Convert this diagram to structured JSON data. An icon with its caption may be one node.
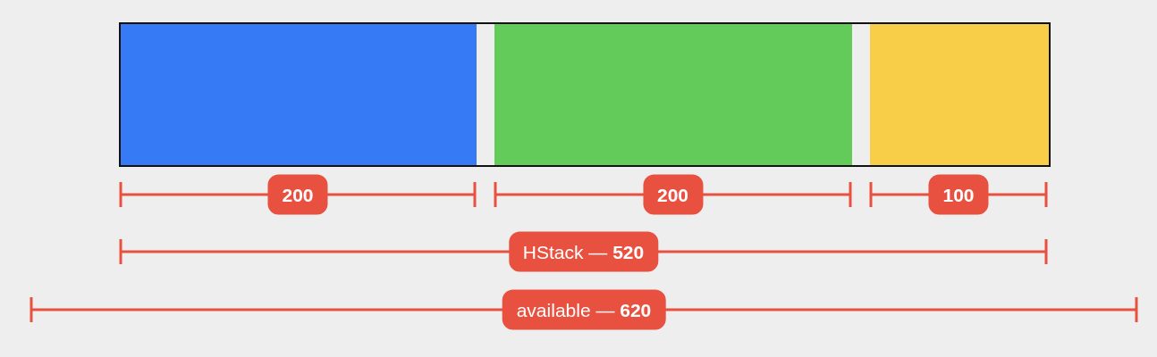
{
  "diagram": {
    "labels": [
      "200",
      "200",
      "100",
      "HStack — **520**",
      "available — **620**"
    ]
  }
}
